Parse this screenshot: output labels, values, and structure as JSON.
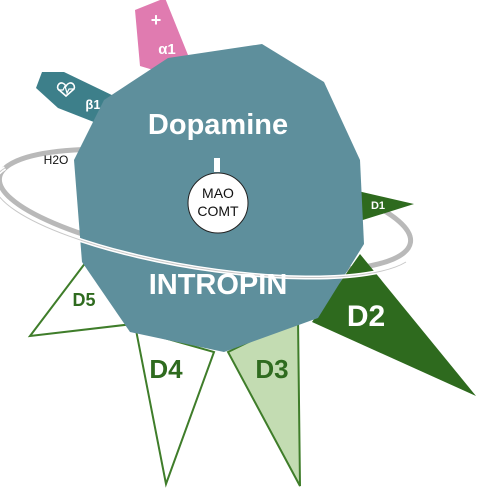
{
  "drug": {
    "name": "Dopamine",
    "brand": "INTROPIN"
  },
  "metabolism": {
    "line1": "MAO",
    "line2": "COMT"
  },
  "solubility": {
    "label": "H2O"
  },
  "receptors": {
    "alpha1": {
      "label": "α1",
      "effect_symbol": "+"
    },
    "beta1": {
      "label": "β1",
      "icon": "heart-icon"
    },
    "d1": {
      "label": "D1"
    },
    "d2": {
      "label": "D2"
    },
    "d3": {
      "label": "D3"
    },
    "d4": {
      "label": "D4"
    },
    "d5": {
      "label": "D5"
    }
  },
  "colors": {
    "core": "#5e8f9c",
    "alpha1": "#e07bb0",
    "beta1": "#3d7f8a",
    "d_dark": "#2e6a1e",
    "d_light": "#c3dcb2",
    "d_outline": "#3f7d2a"
  }
}
